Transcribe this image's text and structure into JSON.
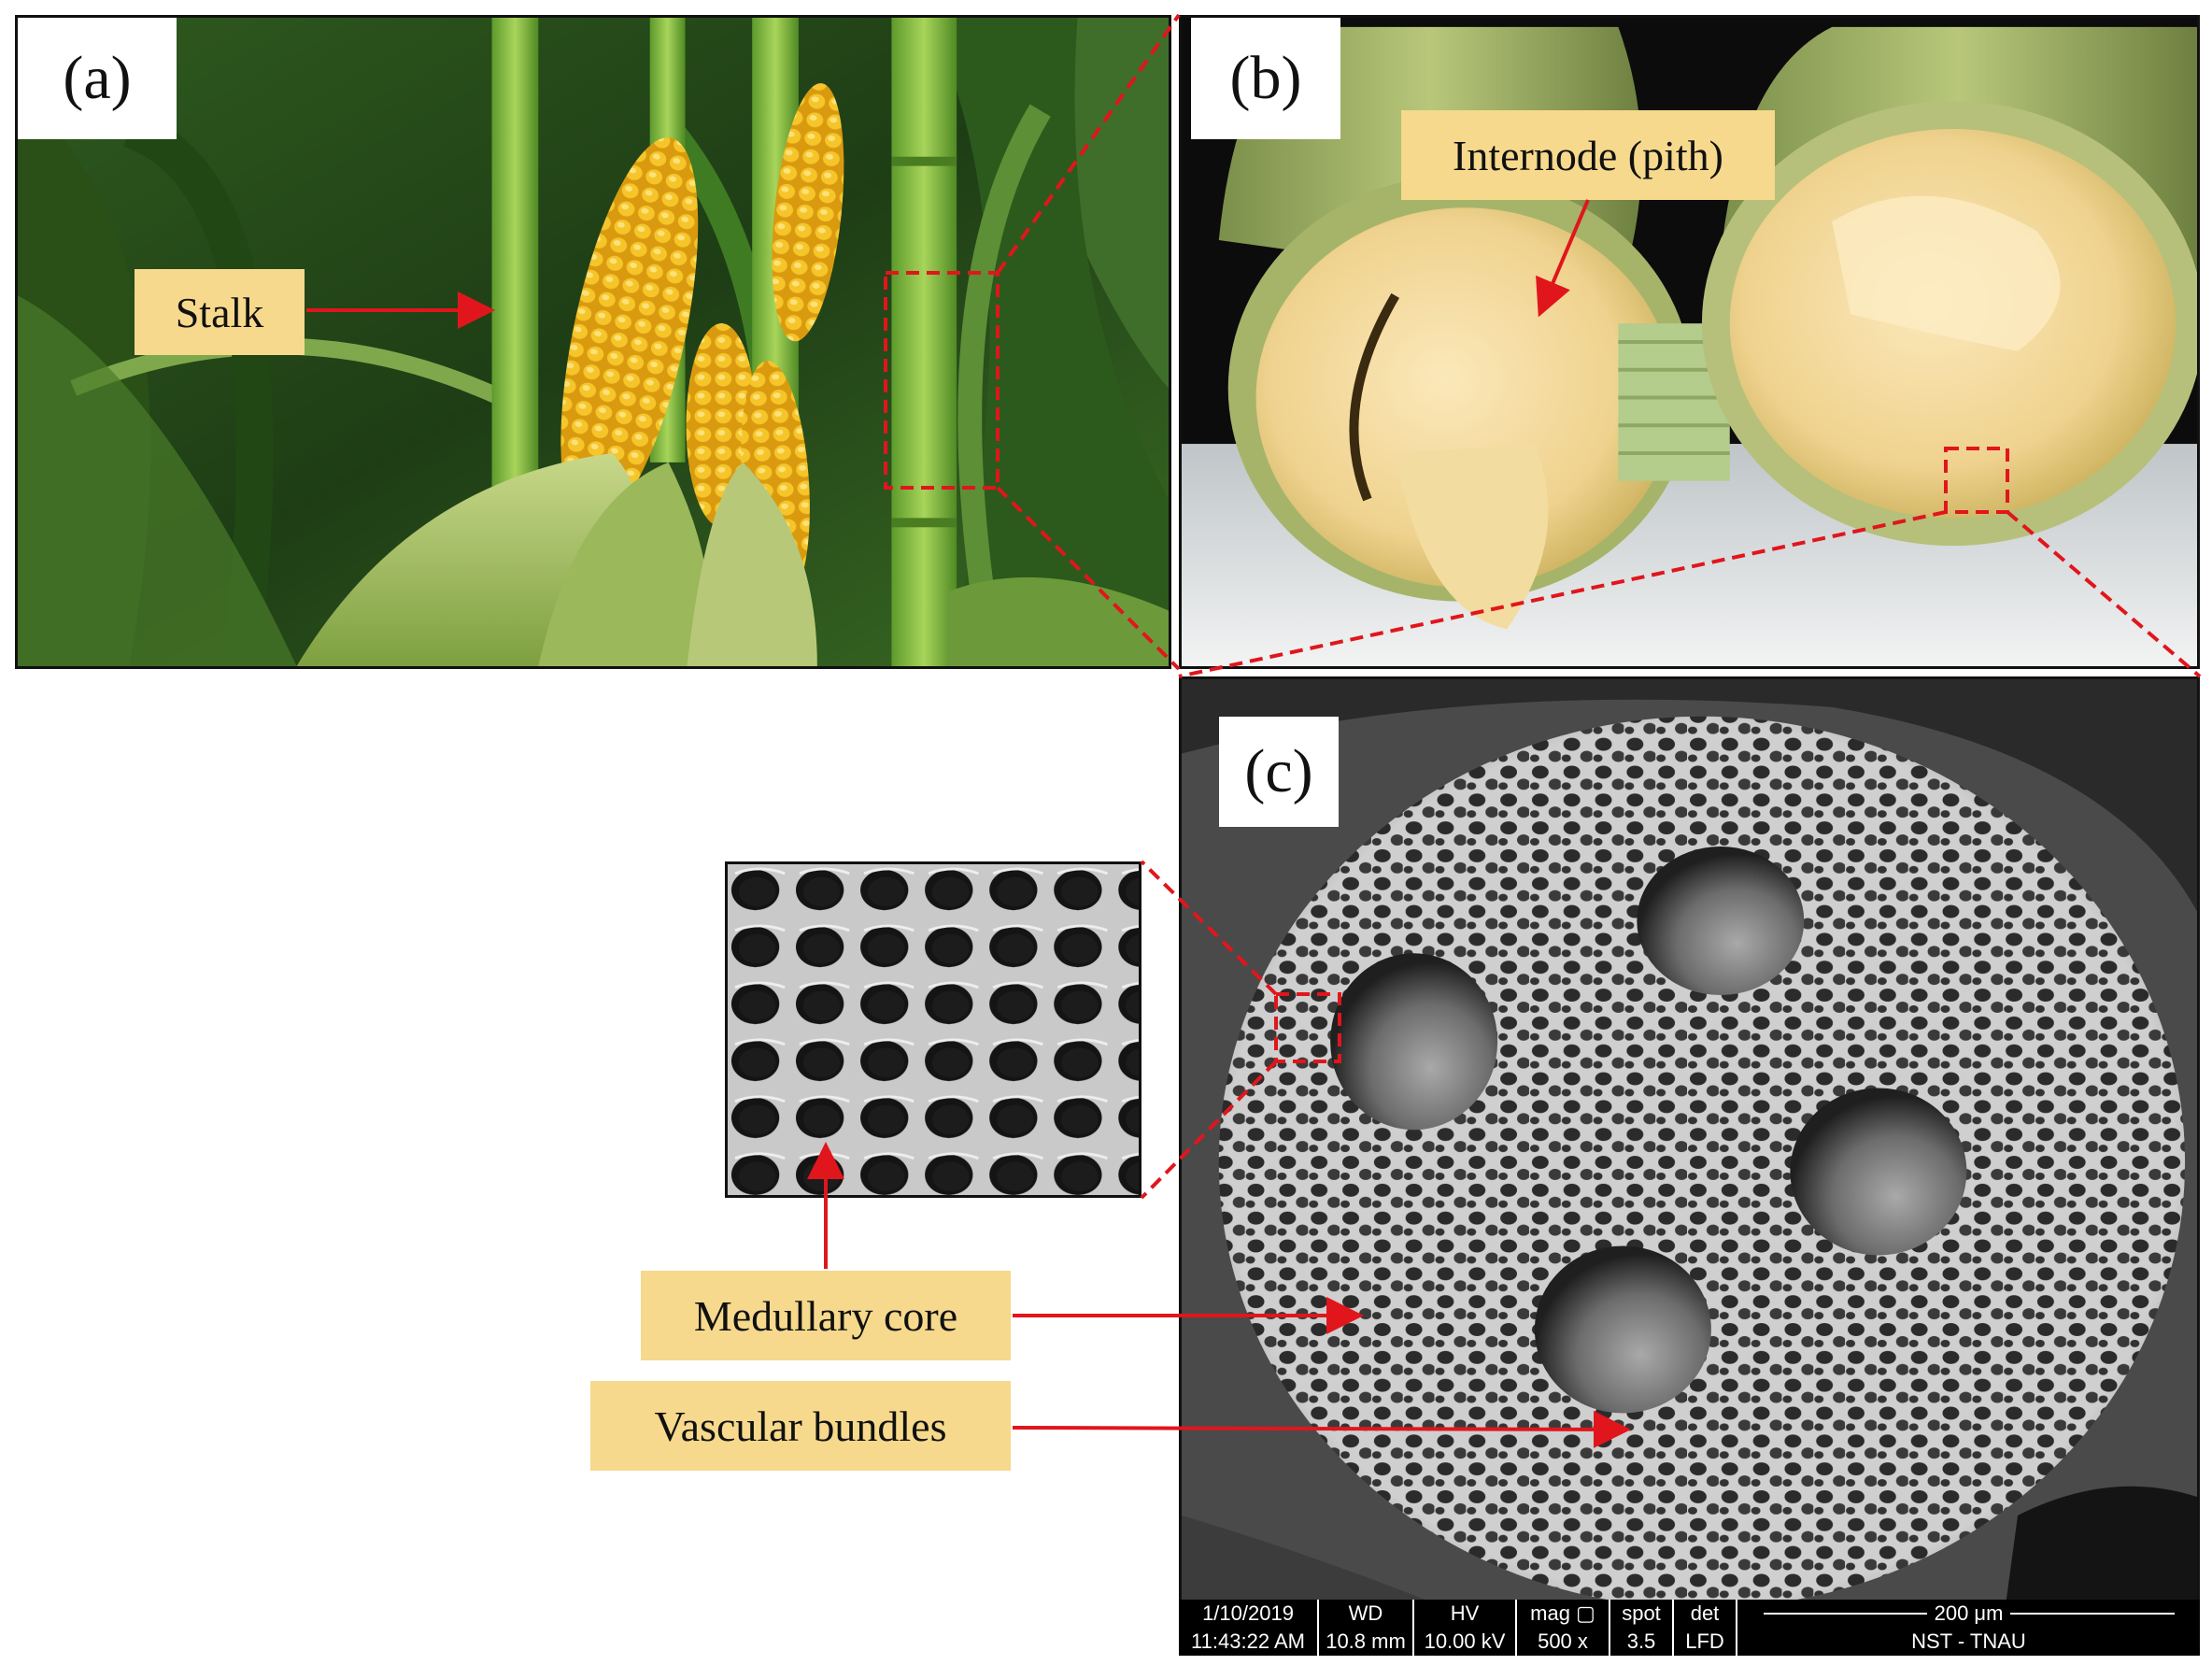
{
  "panels": {
    "a": {
      "letter": "(a)"
    },
    "b": {
      "letter": "(b)"
    },
    "c": {
      "letter": "(c)"
    }
  },
  "labels": {
    "stalk": "Stalk",
    "internode": "Internode (pith)",
    "medullary": "Medullary core",
    "vascular": "Vascular bundles"
  },
  "sem_info": {
    "date": "1/10/2019",
    "time": "11:43:22 AM",
    "wd_label": "WD",
    "wd_value": "10.8 mm",
    "hv_label": "HV",
    "hv_value": "10.00 kV",
    "mag_label": "mag ▢",
    "mag_value": "500 x",
    "spot_label": "spot",
    "spot_value": "3.5",
    "det_label": "det",
    "det_value": "LFD",
    "scale_label": "200 μm",
    "institution": "NST - TNAU"
  },
  "colors": {
    "callout_bg": "#f6d98c",
    "arrow": "#e0161c",
    "zoom_box": "#e0161c"
  }
}
